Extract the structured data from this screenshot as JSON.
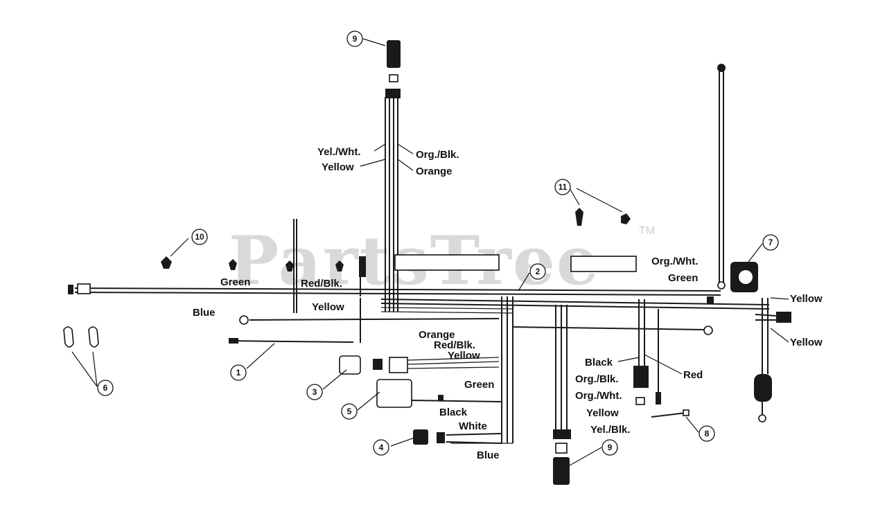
{
  "watermark": {
    "text": "PartsTree",
    "tm": "TM"
  },
  "wire_labels": {
    "yel_wht_top": "Yel./Wht.",
    "yellow_top": "Yellow",
    "org_blk_top": "Org./Blk.",
    "orange_top": "Orange",
    "green_left": "Green",
    "blue_left": "Blue",
    "red_blk": "Red/Blk.",
    "yellow_mid": "Yellow",
    "orange_mid": "Orange",
    "red_blk_mid": "Red/Blk.",
    "yellow_mid2": "Yellow",
    "green_mid": "Green",
    "black_mid": "Black",
    "white": "White",
    "blue_bottom": "Blue",
    "org_wht_right": "Org./Wht.",
    "green_right": "Green",
    "yellow_right_top": "Yellow",
    "yellow_right_bottom": "Yellow",
    "black_right": "Black",
    "red_right": "Red",
    "org_blk_low": "Org./Blk.",
    "org_wht_low": "Org./Wht.",
    "yellow_low": "Yellow",
    "yel_blk_low": "Yel./Blk."
  },
  "callouts": {
    "c1": "1",
    "c2": "2",
    "c3": "3",
    "c4": "4",
    "c5": "5",
    "c6": "6",
    "c7": "7",
    "c8": "8",
    "c9_top": "9",
    "c9_bottom": "9",
    "c10": "10",
    "c11": "11"
  }
}
